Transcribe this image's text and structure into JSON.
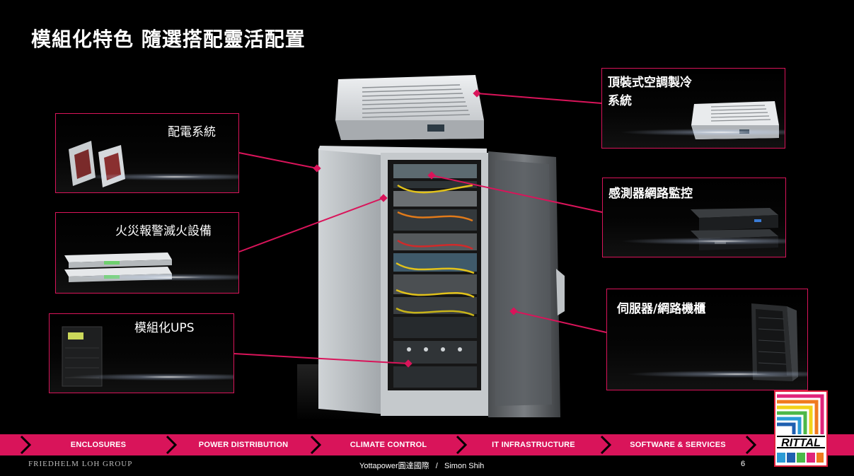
{
  "slide": {
    "title": "模組化特色 隨選搭配靈活配置"
  },
  "callouts": {
    "power": "配電系統",
    "fire": "火災報警滅火設備",
    "ups": "模組化UPS",
    "climate_line1": "頂裝式空調製冷",
    "climate_line2": "系統",
    "sensor": "感測器網路監控",
    "rack": "伺服器/網路機櫃"
  },
  "nav": {
    "items": [
      "ENCLOSURES",
      "POWER DISTRIBUTION",
      "CLIMATE CONTROL",
      "IT INFRASTRUCTURE",
      "SOFTWARE & SERVICES"
    ]
  },
  "footer": {
    "brand": "FRIEDHELM LOH GROUP",
    "presenter": "Yottapower圓達國際   /   Simon Shih",
    "page": "6"
  },
  "logo": {
    "word": "RITTAL"
  },
  "colors": {
    "accent": "#d9145a",
    "background": "#000000",
    "logo_red": "#e01e3c"
  },
  "icons": {
    "nav_separator": "chevron-right-icon"
  }
}
